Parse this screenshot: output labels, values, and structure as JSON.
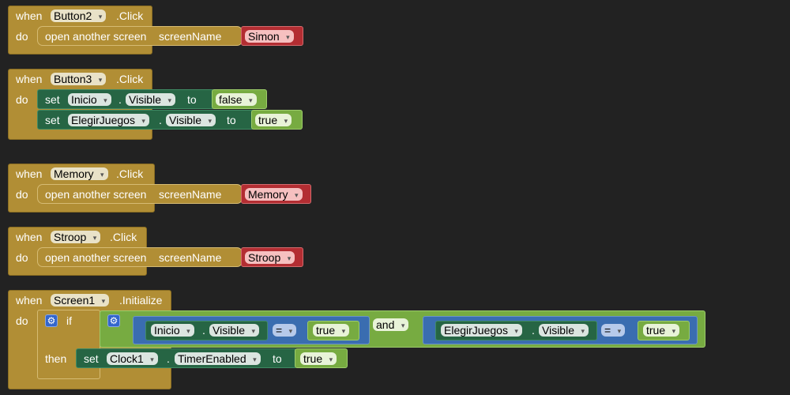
{
  "blocks": {
    "b1": {
      "when": "when",
      "component": "Button2",
      "event": ".Click",
      "do": "do",
      "action": "open another screen",
      "param": "screenName",
      "value": "Simon"
    },
    "b2": {
      "when": "when",
      "component": "Button3",
      "event": ".Click",
      "do": "do",
      "s1": {
        "set": "set",
        "component": "Inicio",
        "dot": ".",
        "prop": "Visible",
        "to": "to",
        "value": "false"
      },
      "s2": {
        "set": "set",
        "component": "ElegirJuegos",
        "dot": ".",
        "prop": "Visible",
        "to": "to",
        "value": "true"
      }
    },
    "b3": {
      "when": "when",
      "component": "Memory",
      "event": ".Click",
      "do": "do",
      "action": "open another screen",
      "param": "screenName",
      "value": "Memory"
    },
    "b4": {
      "when": "when",
      "component": "Stroop",
      "event": ".Click",
      "do": "do",
      "action": "open another screen",
      "param": "screenName",
      "value": "Stroop"
    },
    "b5": {
      "when": "when",
      "component": "Screen1",
      "event": ".Initialize",
      "do": "do",
      "if": "if",
      "then": "then",
      "c1": {
        "component": "Inicio",
        "dot": ".",
        "prop": "Visible",
        "op": "=",
        "value": "true"
      },
      "and": "and",
      "c2": {
        "component": "ElegirJuegos",
        "dot": ".",
        "prop": "Visible",
        "op": "=",
        "value": "true"
      },
      "s": {
        "set": "set",
        "component": "Clock1",
        "dot": ".",
        "prop": "TimerEnabled",
        "to": "to",
        "value": "true"
      }
    }
  },
  "icons": {
    "dropdown": "▾",
    "gear": "⚙"
  },
  "colors": {
    "background": "#222222",
    "event": "#b18e35",
    "setter": "#266544",
    "logic": "#77ab41",
    "text": "#b32d32",
    "compare": "#3a6db0"
  }
}
